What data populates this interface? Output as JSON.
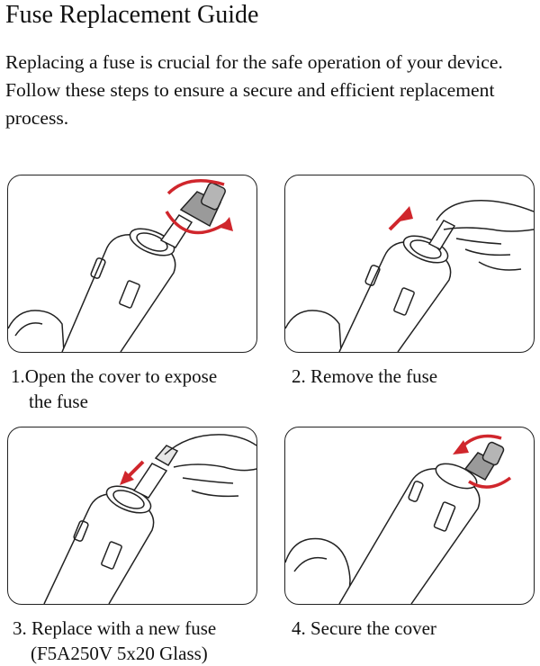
{
  "title": "Fuse Replacement Guide",
  "intro": "Replacing a fuse is crucial for the safe operation of your device. Follow these steps to ensure a secure and efficient replacement process.",
  "steps": [
    {
      "line1": "1.Open the cover to expose",
      "line2": "the fuse",
      "illustration": "plug-cap-rotate-icon"
    },
    {
      "line1": "2. Remove the fuse",
      "line2": "",
      "illustration": "hand-pull-fuse-icon"
    },
    {
      "line1": "3. Replace with a new fuse",
      "line2": "(F5A250V 5x20 Glass)",
      "illustration": "hand-insert-fuse-icon"
    },
    {
      "line1": "4. Secure the cover",
      "line2": "",
      "illustration": "plug-cap-tighten-icon"
    }
  ],
  "colors": {
    "arrow": "#d0262c",
    "cap": "#9a9a9a",
    "line": "#222222"
  }
}
